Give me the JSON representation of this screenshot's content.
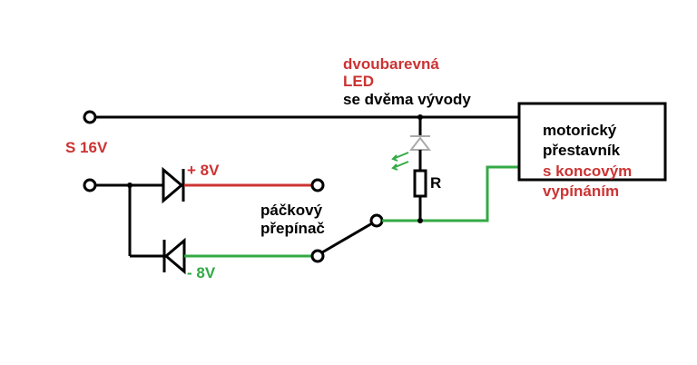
{
  "colors": {
    "black": "#000000",
    "red": "#cc3333",
    "green": "#33aa44",
    "gray": "#aaaaaa"
  },
  "labels": {
    "source": "S 16V",
    "plus": "+ 8V",
    "minus": "- 8V",
    "led_line1": "dvoubarevná",
    "led_line2": "LED",
    "led_line3": "se dvěma vývody",
    "resistor": "R",
    "switch_line1": "páčkový",
    "switch_line2": "přepínač",
    "motor_line1": "motorický",
    "motor_line2": "přestavník",
    "motor_line3": "s koncovým",
    "motor_line4": "vypínáním"
  }
}
